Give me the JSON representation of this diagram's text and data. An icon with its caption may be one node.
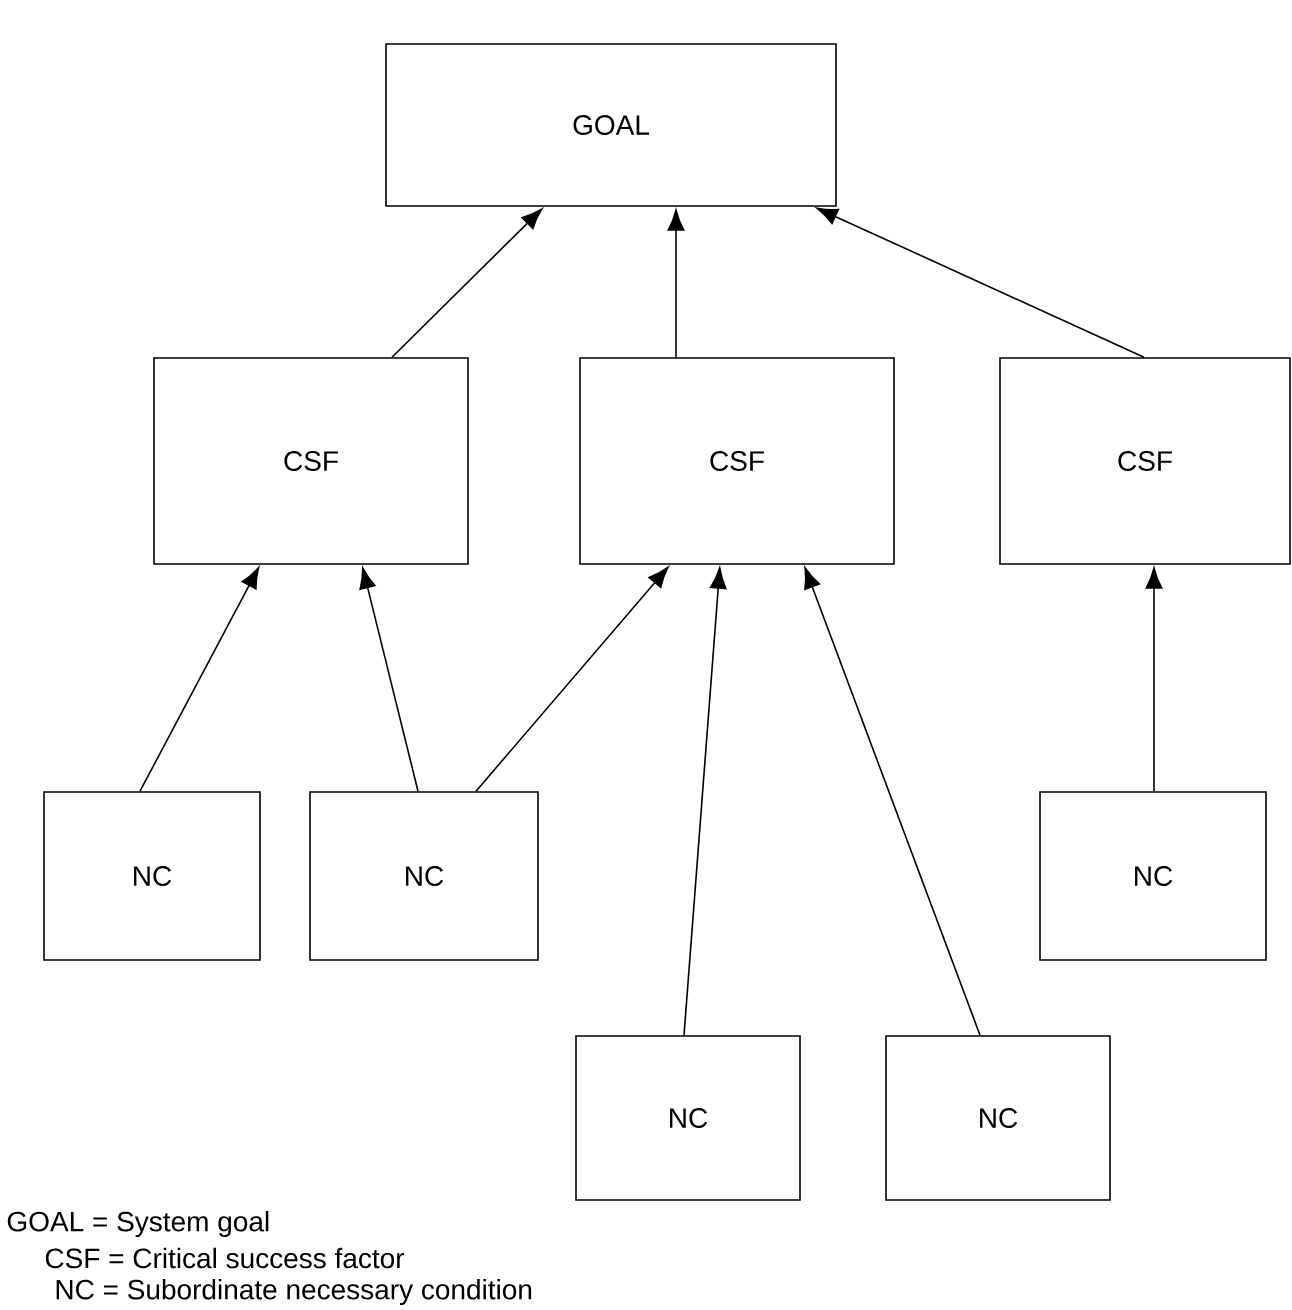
{
  "diagram": {
    "nodes": [
      {
        "text": [
          "GOAL"
        ]
      },
      {
        "text": [
          "CSF"
        ]
      },
      {
        "text": [
          "CSF"
        ]
      },
      {
        "text": [
          "CSF"
        ]
      },
      {
        "text": [
          "NC"
        ]
      },
      {
        "text": [
          "NC"
        ]
      },
      {
        "text": [
          "NC"
        ]
      },
      {
        "text": [
          "NC"
        ]
      },
      {
        "text": [
          "NC"
        ]
      }
    ],
    "edges": [
      {
        "from": 1,
        "to": 0,
        "arrow": "to"
      },
      {
        "from": 2,
        "to": 0,
        "arrow": "to"
      },
      {
        "from": 3,
        "to": 0,
        "arrow": "to"
      },
      {
        "from": 4,
        "to": 1,
        "arrow": "to"
      },
      {
        "from": 5,
        "to": 1,
        "arrow": "to"
      },
      {
        "from": 5,
        "to": 2,
        "arrow": "to"
      },
      {
        "from": 7,
        "to": 2,
        "arrow": "to"
      },
      {
        "from": 8,
        "to": 2,
        "arrow": "to"
      },
      {
        "from": 6,
        "to": 3,
        "arrow": "to"
      }
    ],
    "labels": [
      "GOAL = System goal",
      "CSF = Critical success factor",
      "NC = Subordinate necessary condition"
    ]
  }
}
